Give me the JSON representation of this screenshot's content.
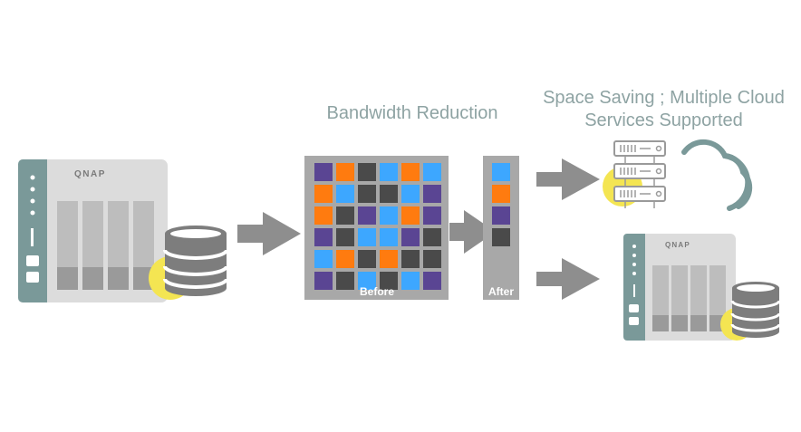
{
  "captions": {
    "bandwidth": "Bandwidth Reduction",
    "space_line1": "Space Saving ; Multiple Cloud",
    "space_line2": "Services Supported"
  },
  "labels": {
    "before": "Before",
    "after": "After",
    "brand": "QNAP"
  },
  "colors": {
    "purple": "#5a4593",
    "orange": "#ff7b0f",
    "dark": "#4a4a4a",
    "blue": "#3da7ff",
    "panel": "#a8a8a8",
    "arrow": "#8e8e8e",
    "accent": "#f4e552",
    "teal": "#7a9999"
  },
  "before_grid": [
    [
      "purple",
      "orange",
      "dark",
      "blue",
      "orange",
      "blue"
    ],
    [
      "orange",
      "blue",
      "dark",
      "dark",
      "blue",
      "purple"
    ],
    [
      "orange",
      "dark",
      "purple",
      "blue",
      "orange",
      "purple"
    ],
    [
      "purple",
      "dark",
      "blue",
      "blue",
      "purple",
      "dark"
    ],
    [
      "blue",
      "orange",
      "dark",
      "orange",
      "dark",
      "dark"
    ],
    [
      "purple",
      "dark",
      "blue",
      "dark",
      "blue",
      "purple"
    ]
  ],
  "after_blocks": [
    "blue",
    "orange",
    "purple",
    "dark"
  ],
  "icons": {
    "source_nas": "nas-device-icon",
    "source_db": "database-icon",
    "cloud": "cloud-icon",
    "cloud_server": "server-rack-icon",
    "target_nas": "nas-device-icon",
    "target_db": "database-icon"
  }
}
